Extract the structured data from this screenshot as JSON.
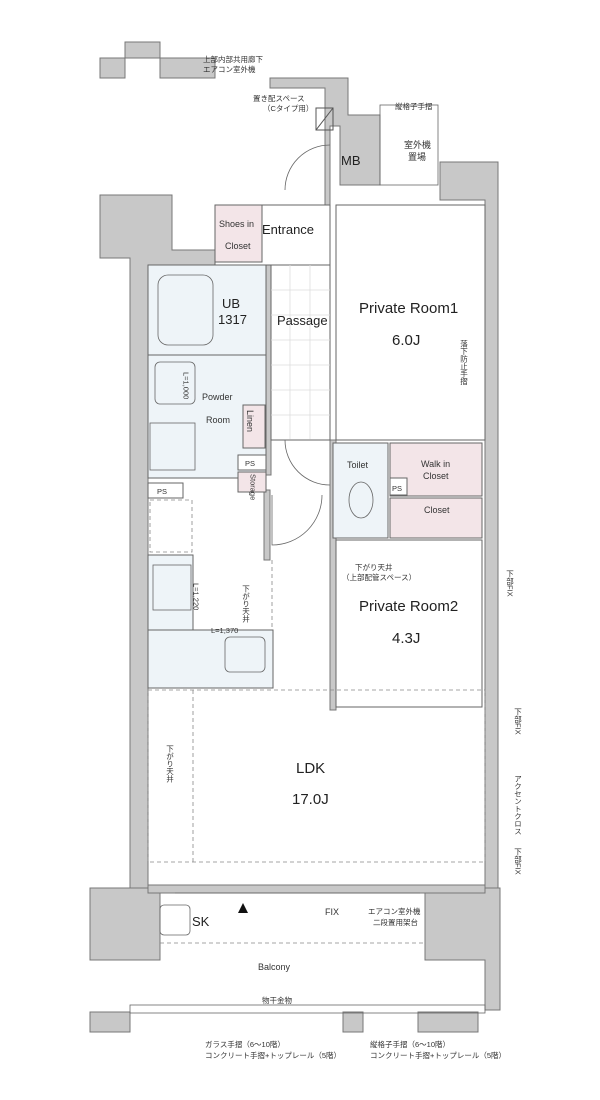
{
  "rooms": {
    "mb": "MB",
    "outdoor_unit": [
      "室外機",
      "置場"
    ],
    "shoes_closet": [
      "Shoes in",
      "Closet"
    ],
    "entrance": "Entrance",
    "ub": [
      "UB",
      "1317"
    ],
    "passage": "Passage",
    "private_room1": {
      "name": "Private Room1",
      "size": "6.0J"
    },
    "powder_room": [
      "Powder",
      "Room"
    ],
    "linen": "Linen",
    "ps": "PS",
    "storage": "Storage",
    "toilet": "Toilet",
    "walk_in_closet": [
      "Walk in",
      "Closet"
    ],
    "closet": "Closet",
    "private_room2": {
      "name": "Private Room2",
      "size": "4.3J"
    },
    "ldk": {
      "name": "LDK",
      "size": "17.0J"
    },
    "sk": "SK",
    "balcony": "Balcony"
  },
  "annotations": {
    "upper_ac": [
      "上部内部共用廊下",
      "エアコン室外機"
    ],
    "delivery_box": [
      "置き配スペース",
      "（Cタイプ用）"
    ],
    "vertical_railing_top": "縦格子手摺",
    "fall_prevention": "落下防止手摺",
    "l1000": "L=1,000",
    "l1220": "L=1,220",
    "l1370": "L=1,370",
    "lowered_ceiling": "下がり天井",
    "lowered_ceiling_pipe": [
      "下がり天井",
      "（上部配管スペース）"
    ],
    "lower_fix": "下部FIX",
    "accent_cloth": "アクセントクロス",
    "fix": "FIX",
    "ac_rack": [
      "エアコン室外機",
      "二段置用架台"
    ],
    "drying_hardware": "物干金物",
    "glass_railing": [
      "ガラス手摺（6〜10階）",
      "コンクリート手摺+トップレール（5階）"
    ],
    "lattice_railing": [
      "縦格子手摺（6〜10階）",
      "コンクリート手摺+トップレール（5階）"
    ]
  },
  "colors": {
    "wall": "#c8c8c8",
    "wet_area": "#eef4f8",
    "closet": "#f3e5e8"
  }
}
